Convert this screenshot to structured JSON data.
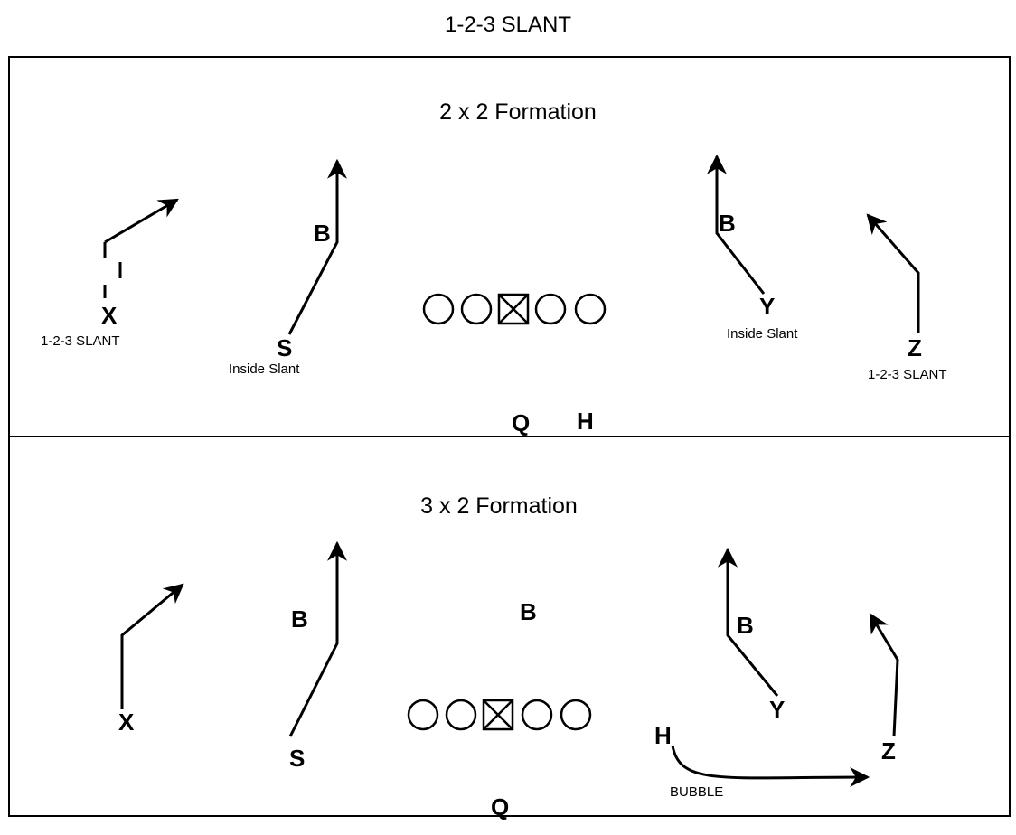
{
  "title": "1-2-3 SLANT",
  "formation1": {
    "title": "2 x 2 Formation",
    "players": {
      "X": "X",
      "B_left": "B",
      "S": "S",
      "B_right": "B",
      "Y": "Y",
      "Z": "Z",
      "Q": "Q",
      "H": "H"
    },
    "route_labels": {
      "x_route": "1-2-3 SLANT",
      "s_route": "Inside Slant",
      "y_route": "Inside Slant",
      "z_route": "1-2-3 SLANT"
    }
  },
  "formation2": {
    "title": "3 x 2 Formation",
    "players": {
      "X": "X",
      "B_left": "B",
      "B_mid": "B",
      "S": "S",
      "B_right": "B",
      "Y": "Y",
      "H": "H",
      "Z": "Z",
      "Q": "Q"
    },
    "route_labels": {
      "h_route": "BUBBLE"
    }
  },
  "colors": {
    "line": "#000000",
    "background": "#ffffff"
  }
}
